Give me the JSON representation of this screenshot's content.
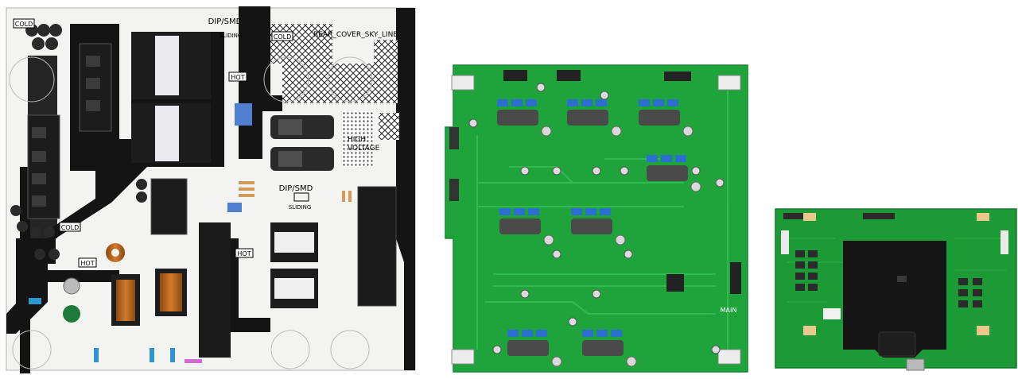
{
  "psu_board": {
    "labels": {
      "cold_top": "COLD",
      "dip_smd_top": "DIP/SMD",
      "sliding_top": "SLIDING",
      "cold_mid": "COLD",
      "rear_cover": "REAR_COVER_SKY_LINE",
      "hot_top": "HOT",
      "high_voltage": "HIGH\nVOLTAGE",
      "dip_smd_mid": "DIP/SMD",
      "sliding_mid": "SLIDING",
      "cold_bottom": "COLD",
      "hot_mid": "HOT",
      "hot_bottom": "HOT"
    },
    "colors": {
      "pcb": "#f3f3f1",
      "black_zone": "#141414",
      "cap": "#2a2a2a"
    }
  },
  "led_driver_board": {
    "labels": {
      "main": "MAIN"
    },
    "colors": {
      "pcb": "#1fa43b",
      "trace": "#2bbd4a",
      "blue_component": "#2b6fd1"
    }
  },
  "main_board": {
    "colors": {
      "pcb": "#1c9a36",
      "shield": "#151515"
    }
  }
}
